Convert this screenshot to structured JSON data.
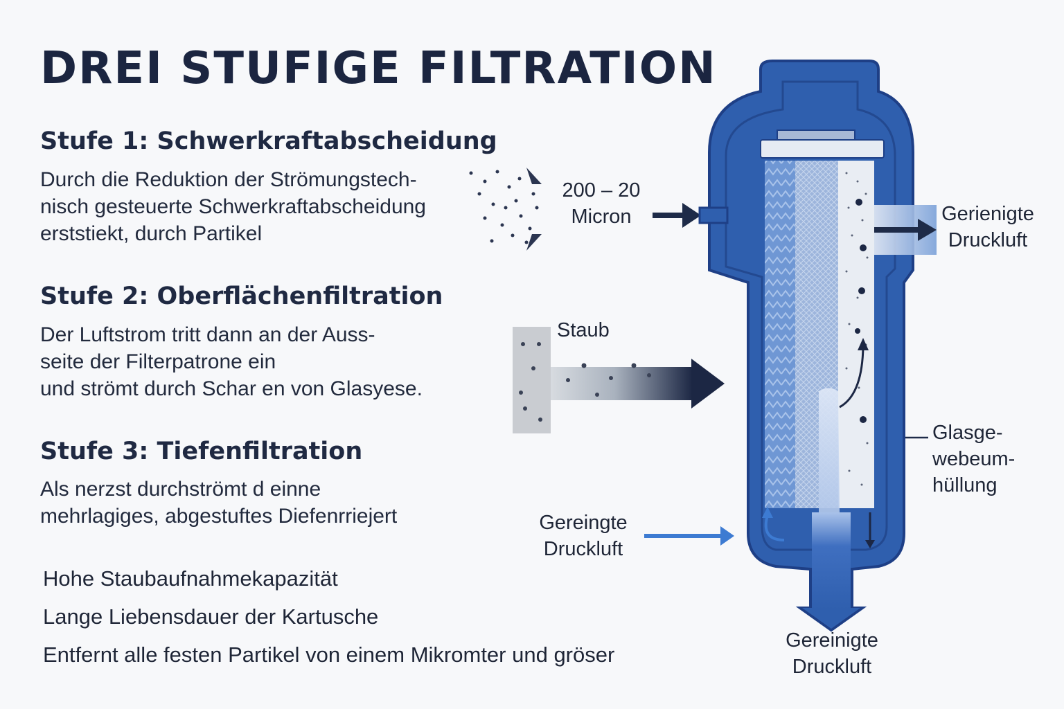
{
  "title": "DREI STUFIGE FILTRATION",
  "stages": [
    {
      "heading": "Stufe 1: Schwerkraftabscheidung",
      "lines": [
        "Durch die Reduktion  der Strömungstech-",
        "nisch gesteuerte Schwerkraftabscheidung",
        "erststiekt, durch Partikel"
      ]
    },
    {
      "heading": "Stufe 2: Oberflächenfiltration",
      "lines": [
        "Der Luftstrom tritt dann an der Auss-",
        "seite der Filterpatrone ein",
        "und strömt durch Schar en von Glasyese."
      ]
    },
    {
      "heading": "Stufe 3: Tiefenfiltration",
      "lines": [
        "Als nerzst durchströmt d einne",
        "mehrlagiges, abgestuftes Diefenrriejert"
      ]
    }
  ],
  "features": [
    "Hohe Staubaufnahmekapazität",
    "Lange Liebensdauer der Kartusche",
    "Entfernt alle festen Partikel von einem Mikromter und gröser"
  ],
  "labels": {
    "micron_line1": "200 – 20",
    "micron_line2": "Micron",
    "staub": "Staub",
    "outlet_right_line1": "Gerienigte",
    "outlet_right_line2": "Druckluft",
    "inlet_bottom_line1": "Gereingte",
    "inlet_bottom_line2": "Druckluft",
    "glass_line1": "Glasge-",
    "glass_line2": "webeum-",
    "glass_line3": "hüllung",
    "outlet_bottom_line1": "Gereinigte",
    "outlet_bottom_line2": "Druckluft"
  },
  "colors": {
    "housing_blue": "#2f5fae",
    "housing_dark": "#1e3f86",
    "navy_text": "#1b2540",
    "arrow_dark": "#1e2b48",
    "arrow_light_blue": "#3d7bd2",
    "filter_light": "#c9d7ef"
  }
}
